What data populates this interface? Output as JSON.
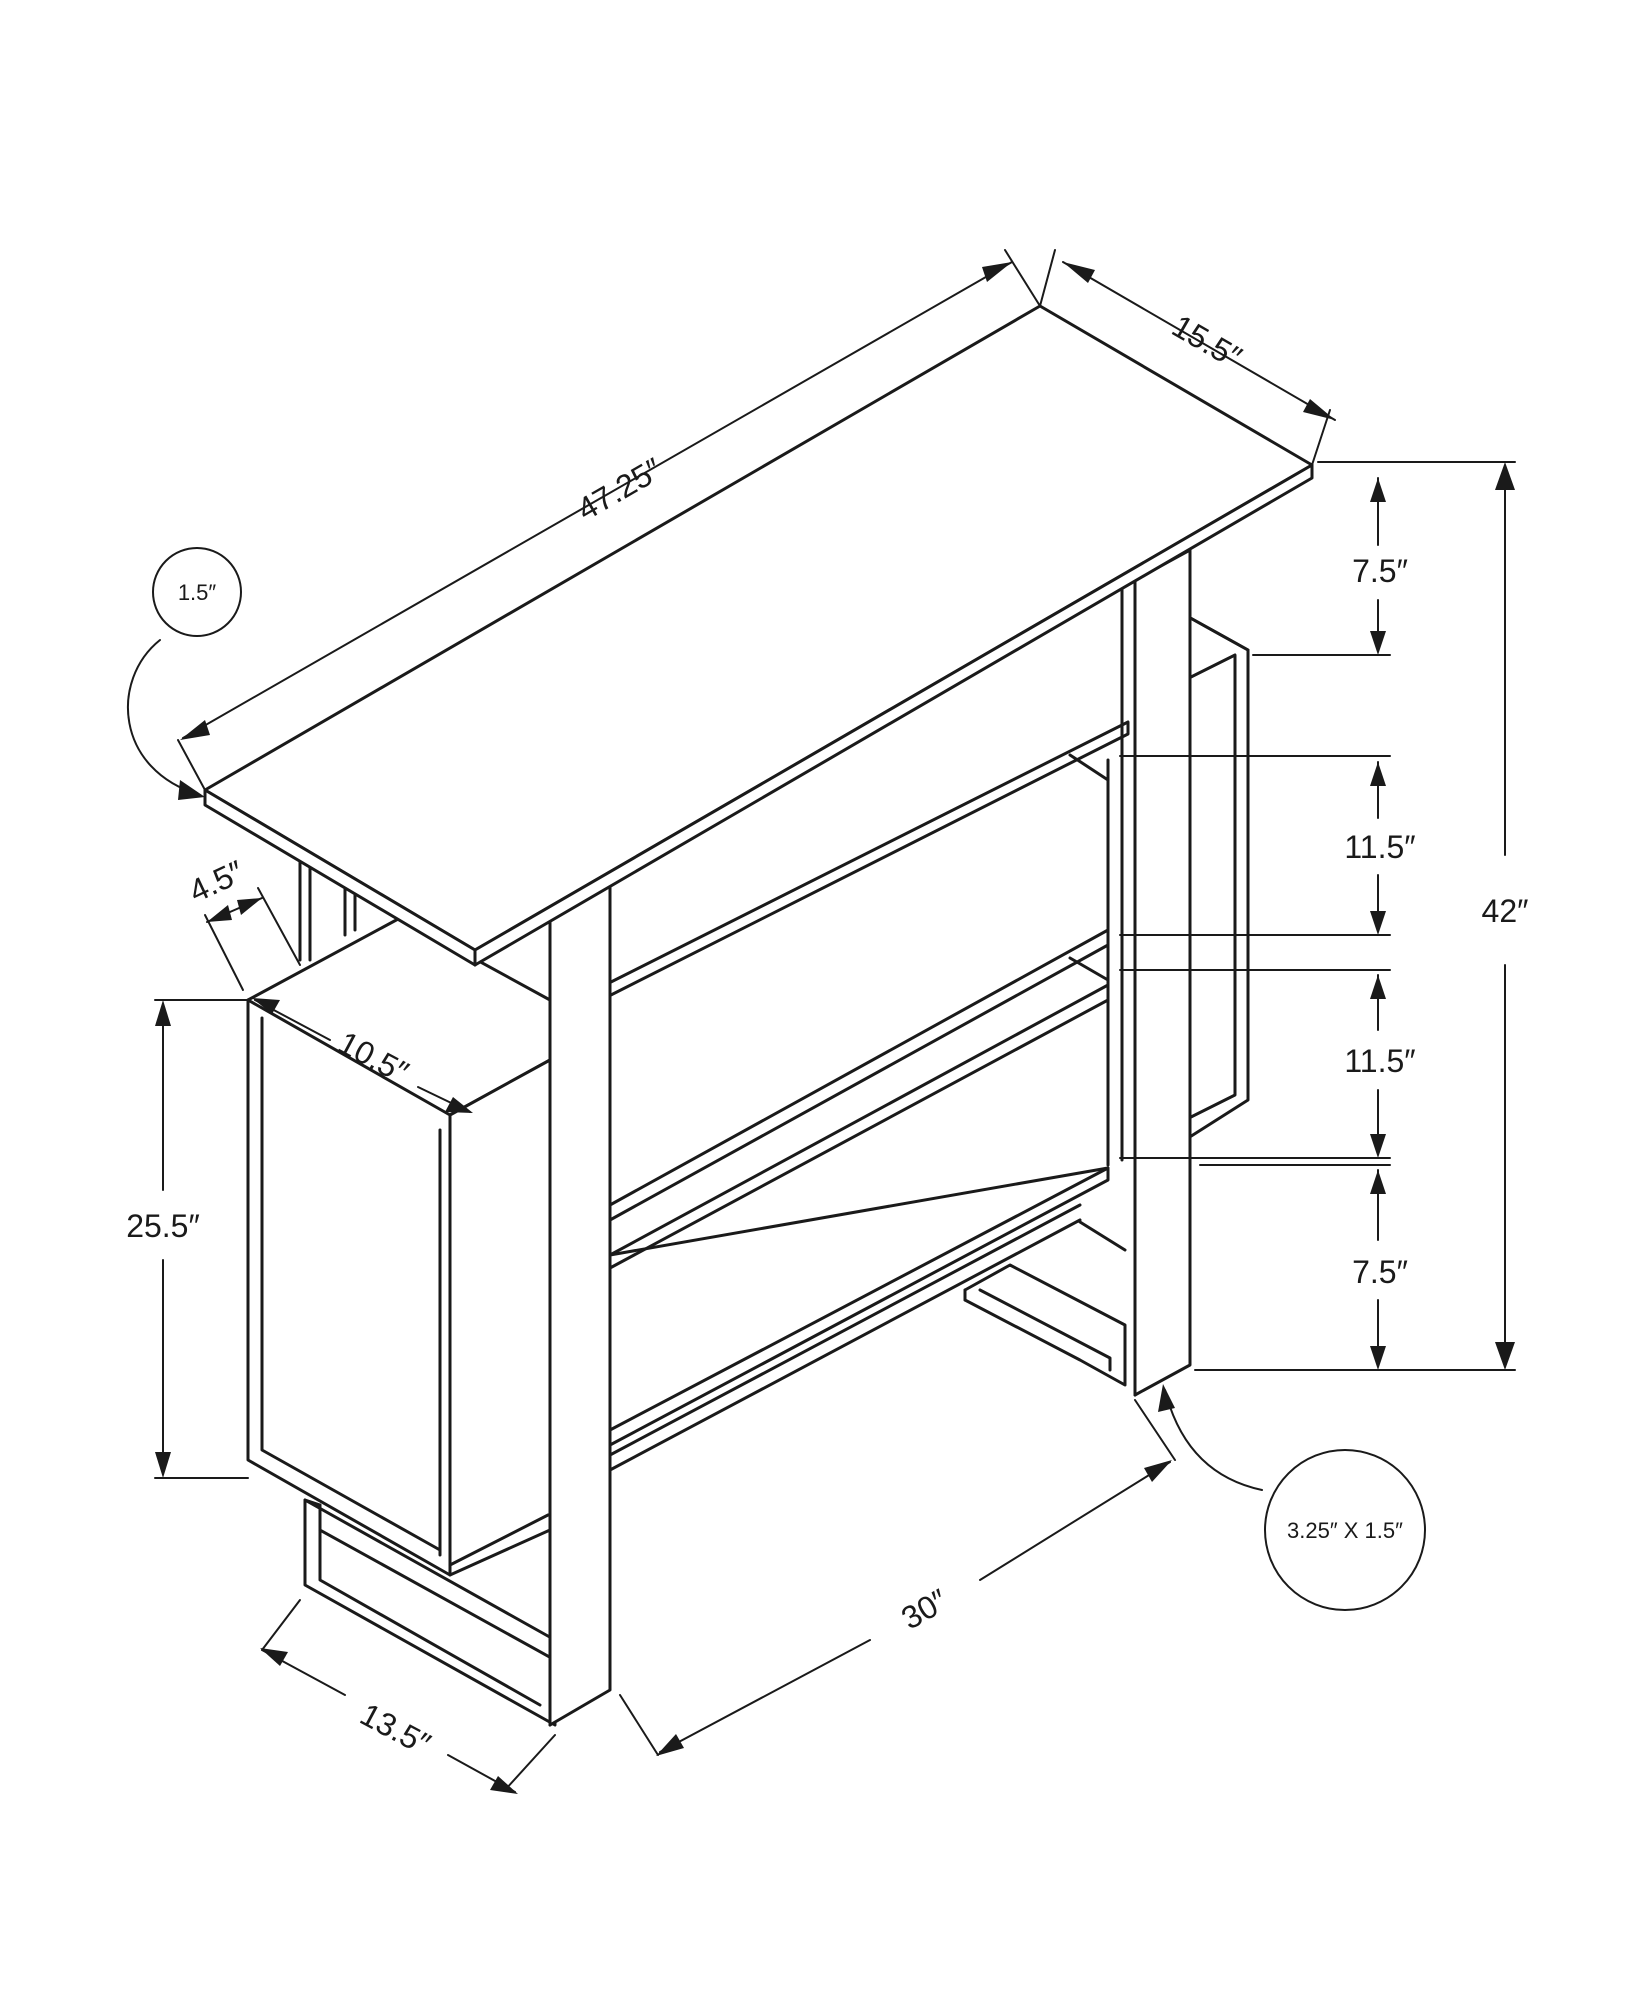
{
  "colors": {
    "line": "#1a1a1a",
    "background": "#ffffff"
  },
  "dimensions": {
    "top_length": "47.25″",
    "top_depth": "15.5″",
    "top_thickness": "1.5″",
    "side_offset": "4.5″",
    "cabinet_depth": "10.5″",
    "cabinet_height": "25.5″",
    "base_depth": "13.5″",
    "base_length": "30″",
    "leg_size": "3.25″ X 1.5″",
    "total_height": "42″",
    "shelf_gap_top": "7.5″",
    "shelf_gap_2": "11.5″",
    "shelf_gap_3": "11.5″",
    "shelf_gap_bottom": "7.5″"
  }
}
